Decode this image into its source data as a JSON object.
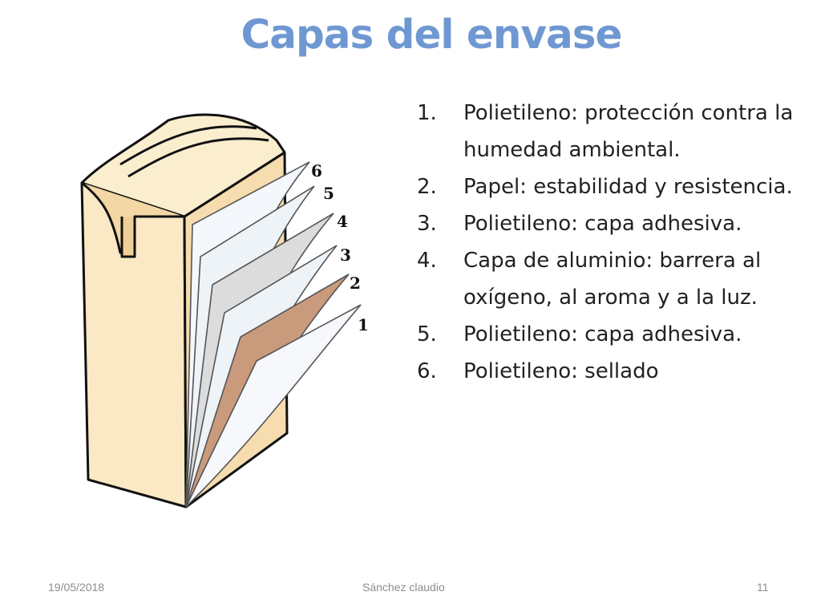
{
  "slide": {
    "title": "Capas del envase",
    "layers": [
      {
        "number": "1.",
        "text": "Polietileno: protección contra la humedad ambiental."
      },
      {
        "number": "2.",
        "text": "Papel: estabilidad y resistencia."
      },
      {
        "number": "3.",
        "text": "Polietileno: capa adhesiva."
      },
      {
        "number": "4.",
        "text": "Capa de aluminio: barrera al oxígeno, al aroma y a la luz."
      },
      {
        "number": "5.",
        "text": "Polietileno: capa adhesiva."
      },
      {
        "number": "6.",
        "text": "Polietileno: sellado"
      }
    ],
    "illustration_labels": [
      "6",
      "5",
      "4",
      "3",
      "2",
      "1"
    ],
    "colors": {
      "title": "#6f98d2",
      "carton": "#fbe8c4",
      "paper_layer": "#c99a7c",
      "aluminium_layer": "#dcdcdc",
      "poly_layer": "#eef3f8"
    }
  },
  "footer": {
    "date": "19/05/2018",
    "author": "Sánchez claudio",
    "page": "11"
  }
}
